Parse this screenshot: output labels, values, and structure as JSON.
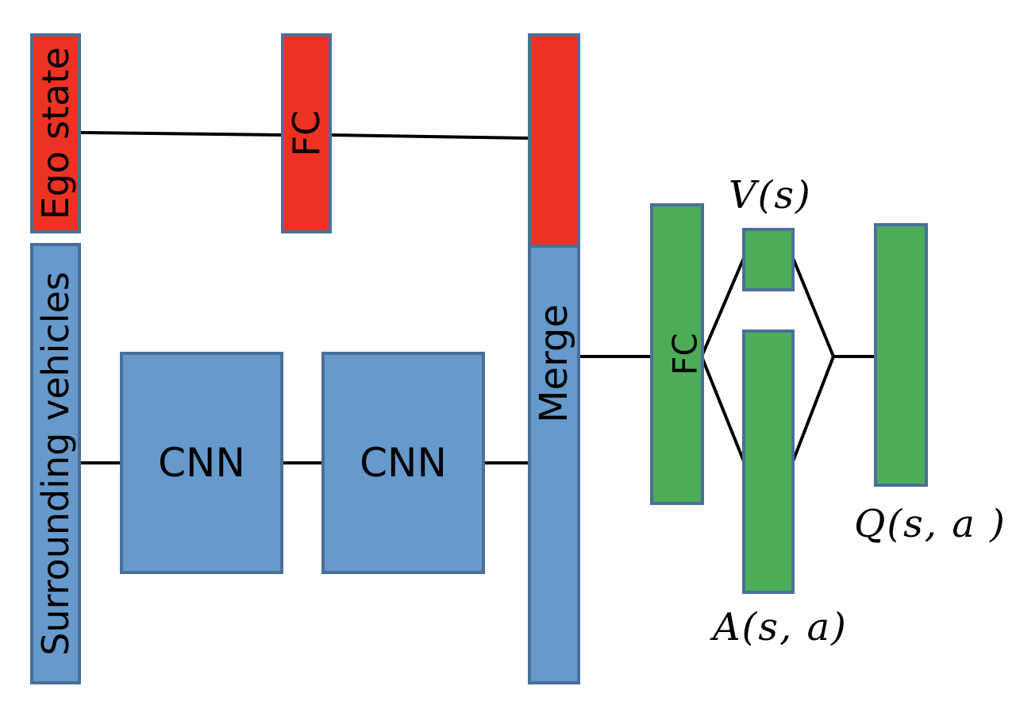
{
  "input_ego": {
    "label": "Ego state"
  },
  "input_surrounding": {
    "label": "Surrounding vehicles"
  },
  "fc_ego": {
    "label": "FC"
  },
  "cnn_1": {
    "label": "CNN"
  },
  "cnn_2": {
    "label": "CNN"
  },
  "merge": {
    "label": "Merge"
  },
  "fc_main": {
    "label": "FC"
  },
  "value_stream": {
    "label": "V(s)"
  },
  "advantage_stream": {
    "label": "A(s, a)"
  },
  "q_output": {
    "label": "Q(s, a )"
  },
  "colors": {
    "ego_fill": "#ec3223",
    "vehicle_fill": "#6699cc",
    "dueling_fill": "#4dac58",
    "border": "#4a6f98",
    "connector": "#000000"
  }
}
